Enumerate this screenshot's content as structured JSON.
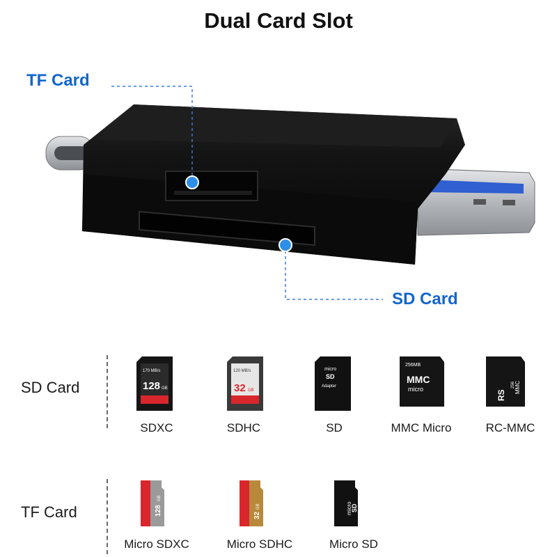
{
  "title": "Dual Card Slot",
  "callouts": {
    "tf": "TF Card",
    "sd": "SD Card"
  },
  "sd_row": {
    "label": "SD Card",
    "cards": [
      {
        "name": "SDXC",
        "print_top": "170 MB/s",
        "print_size": "128",
        "print_unit": "GB",
        "icon": "sdxc-card-icon"
      },
      {
        "name": "SDHC",
        "print_top": "120 MB/s",
        "print_size": "32",
        "print_unit": "GB",
        "icon": "sdhc-card-icon"
      },
      {
        "name": "SD",
        "print_top": "micro",
        "print_sub": "SD",
        "print_bottom": "Adapter",
        "icon": "sd-adapter-icon"
      },
      {
        "name": "MMC Micro",
        "print_top": "256MB",
        "print_main": "MMC",
        "print_sub": "micro",
        "icon": "mmc-micro-card-icon"
      },
      {
        "name": "RC-MMC",
        "print_main": "RS",
        "print_size": "256",
        "print_unit": "MMC",
        "icon": "rs-mmc-card-icon"
      }
    ]
  },
  "tf_row": {
    "label": "TF Card",
    "cards": [
      {
        "name": "Micro SDXC",
        "print_size": "128",
        "print_unit": "GB",
        "icon": "micro-sdxc-card-icon"
      },
      {
        "name": "Micro SDHC",
        "print_size": "32",
        "print_unit": "GB",
        "icon": "micro-sdhc-card-icon"
      },
      {
        "name": "Micro SD",
        "print_top": "micro",
        "print_sub": "SD",
        "icon": "micro-sd-card-icon"
      }
    ]
  },
  "colors": {
    "accent_blue": "#1166cc",
    "card_red": "#d8262c",
    "card_gold": "#b8893a",
    "reader_black": "#121212",
    "usb_metal": "#b9bcc0"
  }
}
